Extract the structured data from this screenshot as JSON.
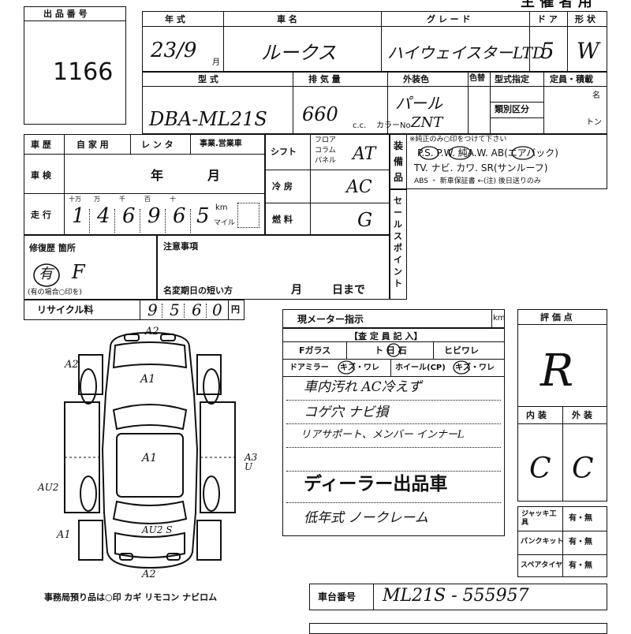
{
  "top_title": "主 催 者 用",
  "lot": {
    "label": "出 品 番 号",
    "number": "1166"
  },
  "header": {
    "year_label": "年 式",
    "model_label": "車 名",
    "grade_label": "グ レ ー ド",
    "door_label": "ド ア",
    "shape_label": "形 状",
    "year_value": "23/9",
    "year_suffix": "月",
    "model_value": "ルークス",
    "grade_value": "ハイウェイスターLTD",
    "door_value": "5",
    "shape_value": "W"
  },
  "row2": {
    "type_label": "型 式",
    "displacement_label": "排 気 量",
    "color_label": "外装色",
    "color_no_label": "色替",
    "designation_label": "型式指定",
    "capacity_label": "定員・積載",
    "class_label": "類別区分",
    "persons_unit": "名",
    "ton_unit": "トン",
    "type_value": "DBA-ML21S",
    "displacement_value": "660",
    "cc_unit": "c.c.",
    "color_value": "パール",
    "color_code_label": "カラーNo",
    "color_code_value": "ZNT"
  },
  "history": {
    "label": "車 歴",
    "opt1": "自 家 用",
    "opt2": "レ ン タ",
    "opt3": "事業.営業車",
    "inspection_label": "車 検",
    "year": "年",
    "month": "月",
    "mileage_label": "走 行",
    "digit_units": [
      "十万",
      "万",
      "千",
      "百",
      "十",
      ""
    ],
    "digits": [
      "1",
      "4",
      "6",
      "9",
      "6",
      "5"
    ],
    "km": "km",
    "mile": "マイル"
  },
  "specs": {
    "shift_label": "シフト",
    "shift_opts": [
      "フロア",
      "コラム",
      "パネル"
    ],
    "shift_value": "AT",
    "ac_label": "冷 房",
    "ac_value": "AC",
    "fuel_label": "燃 料",
    "fuel_value": "G"
  },
  "equipment": {
    "label": "装備品",
    "note": "※純正のみ○印をつけて下さい",
    "line1": "P.S. P.W. 純A.W. AB(エアバック)",
    "line2": "TV. ナビ. カワ. SR(サンルーフ)",
    "line3": "ABS ・ 新車保証書 ←(注) 後日送りのみ"
  },
  "sales_point_label": "セールスポイント",
  "repair": {
    "label": "修復歴 箇所",
    "value": "有",
    "sub": "(有の場合○印を)",
    "part": "F"
  },
  "notice": {
    "label": "注意事項",
    "short_label": "名変期日の短い方",
    "month": "月",
    "day": "日まで"
  },
  "recycle": {
    "label": "リサイクル料",
    "digits": [
      "9",
      "5",
      "6",
      "0"
    ],
    "unit": "円"
  },
  "meter": {
    "label": "現メーター指示",
    "unit": "km"
  },
  "inspector": {
    "title": "【査 定 員 記 入】",
    "glass_label": "Fガラス",
    "glass_mid": "ト 日 石",
    "glass_right": "ヒビワレ",
    "mirror_label": "ドアミラー",
    "mirror_value": "キズ・ワレ",
    "wheel_label": "ホイール(CP)",
    "wheel_value": "キズ・ワレ",
    "notes": [
      "車内汚れ AC冷えず",
      "コゲ穴 ナビ損",
      "リアサポート、メンバー インナーL"
    ],
    "stamp": "ディーラー出品車",
    "closing": "低年式 ノークレーム"
  },
  "grade": {
    "label": "評 価 点",
    "value": "R",
    "interior_label": "内 装",
    "exterior_label": "外 装",
    "interior_value": "C",
    "exterior_value": "C"
  },
  "tools": [
    {
      "label": "ジャッキ工具",
      "value": "有・無"
    },
    {
      "label": "パンクキット",
      "value": "有・無"
    },
    {
      "label": "スペアタイヤ",
      "value": "有・無"
    }
  ],
  "chassis": {
    "label": "車台番号",
    "value": "ML21S - 555957"
  },
  "diagram": {
    "marks": [
      "A2",
      "A2",
      "A1",
      "A1",
      "A3 U",
      "AU2",
      "A1",
      "AU2 S",
      "A2"
    ]
  },
  "footer_note": "事務局預り品は○印  カギ リモコン ナビロム"
}
